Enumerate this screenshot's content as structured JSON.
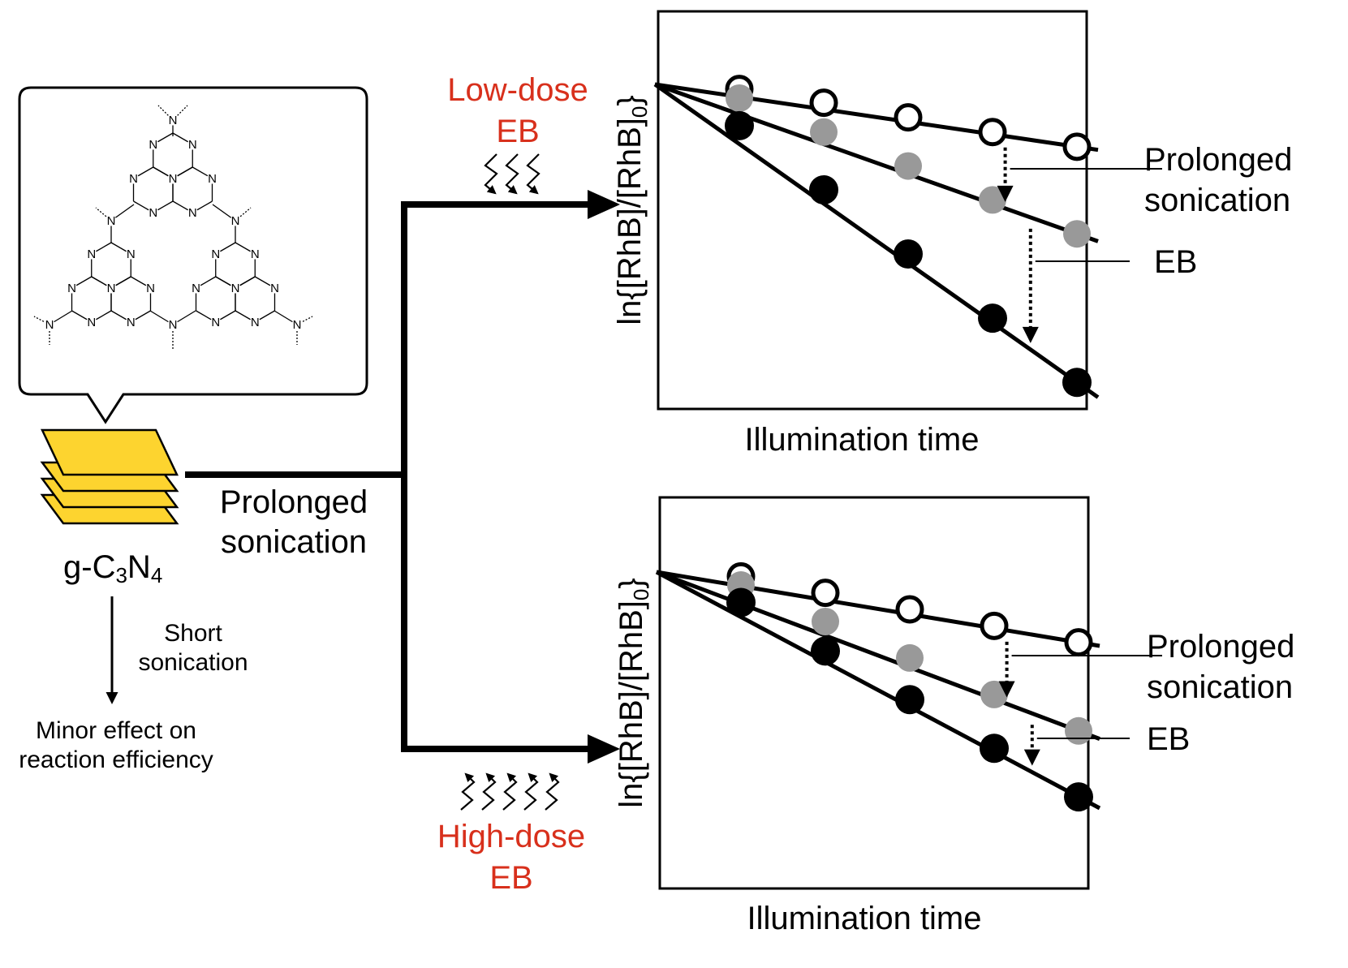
{
  "material": {
    "name_prefix": "g-C",
    "sub1": "3",
    "mid": "N",
    "sub2": "4",
    "atom_symbol": "N"
  },
  "main_step": {
    "line1": "Prolonged",
    "line2": "sonication"
  },
  "short_step": {
    "line1": "Short",
    "line2": "sonication"
  },
  "short_result": {
    "line1": "Minor effect on",
    "line2": "reaction efficiency"
  },
  "low_dose": {
    "line1": "Low-dose",
    "line2": "EB",
    "color": "#d8301c"
  },
  "high_dose": {
    "line1": "High-dose",
    "line2": "EB",
    "color": "#d8301c"
  },
  "layer_color": "#fdd42f",
  "chart_data": [
    {
      "type": "scatter",
      "xlabel": "Illumination time",
      "ylabel": "ln{[RhB]/[RhB]",
      "ylabel_sub": "0",
      "ylabel_end": "}",
      "ticks_shown": false,
      "x": [
        1,
        2,
        3,
        4,
        5
      ],
      "series": [
        {
          "style": "open",
          "values": [
            -0.05,
            -0.2,
            -0.36,
            -0.52,
            -0.68
          ]
        },
        {
          "style": "gray",
          "values": [
            -0.15,
            -0.52,
            -0.89,
            -1.26,
            -1.63
          ]
        },
        {
          "style": "black",
          "values": [
            -0.45,
            -1.15,
            -1.85,
            -2.55,
            -3.25
          ]
        }
      ],
      "annotations": [
        {
          "text_line1": "Prolonged",
          "text_line2": "sonication"
        },
        {
          "text_line1": "EB"
        }
      ]
    },
    {
      "type": "scatter",
      "xlabel": "Illumination time",
      "ylabel": "ln{[RhB]/[RhB]",
      "ylabel_sub": "0",
      "ylabel_end": "}",
      "ticks_shown": false,
      "x": [
        1,
        2,
        3,
        4,
        5
      ],
      "series": [
        {
          "style": "open",
          "values": [
            -0.05,
            -0.24,
            -0.43,
            -0.62,
            -0.81
          ]
        },
        {
          "style": "gray",
          "values": [
            -0.15,
            -0.57,
            -0.99,
            -1.41,
            -1.83
          ]
        },
        {
          "style": "black",
          "values": [
            -0.35,
            -0.91,
            -1.47,
            -2.03,
            -2.59
          ]
        }
      ],
      "annotations": [
        {
          "text_line1": "Prolonged",
          "text_line2": "sonication"
        },
        {
          "text_line1": "EB"
        }
      ]
    }
  ]
}
